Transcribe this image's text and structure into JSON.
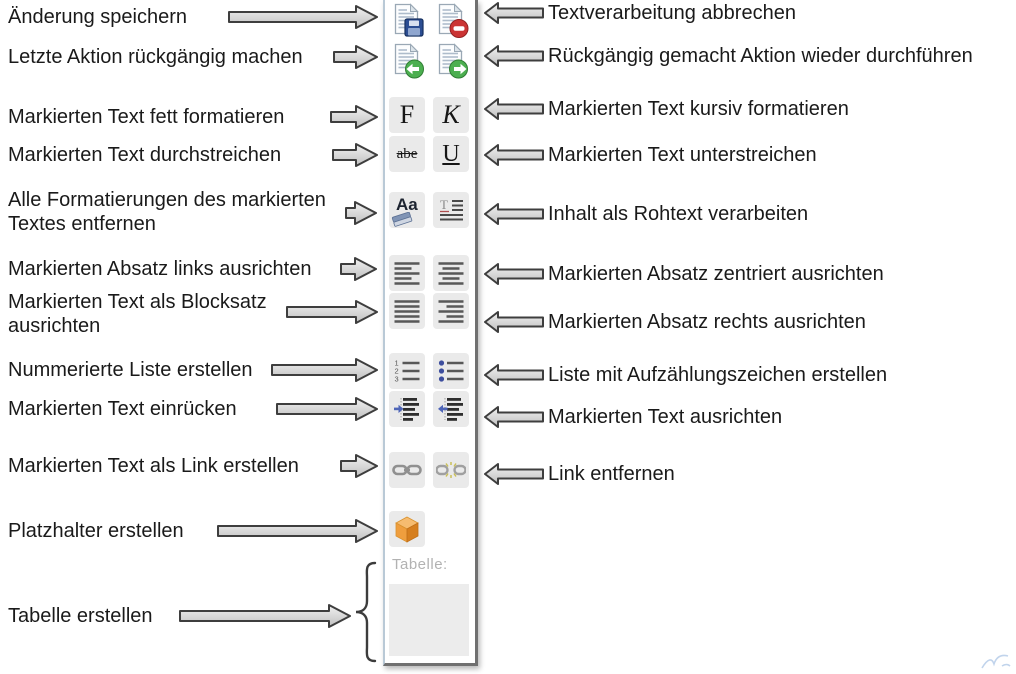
{
  "left_labels": [
    "Änderung speichern",
    "Letzte Aktion rückgängig machen",
    "Markierten Text fett formatieren",
    "Markierten Text durchstreichen",
    "Alle Formatierungen des markierten Textes entfernen",
    "Markierten Absatz links ausrichten",
    "Markierten Text als Blocksatz ausrichten",
    "Nummerierte Liste erstellen",
    "Markierten Text einrücken",
    "Markierten Text als Link erstellen",
    "Platzhalter erstellen",
    "Tabelle erstellen"
  ],
  "right_labels": [
    "Textverarbeitung abbrechen",
    "Rückgängig gemacht Aktion wieder durchführen",
    "Markierten Text kursiv formatieren",
    "Markierten Text unterstreichen",
    "Inhalt als Rohtext verarbeiten",
    "Markierten Absatz zentriert ausrichten",
    "Markierten Absatz rechts ausrichten",
    "Liste mit Aufzählungszeichen erstellen",
    "Markierten Text ausrichten",
    "Link entfernen"
  ],
  "toolbar": {
    "table_label": "Tabelle:",
    "glyphs": {
      "bold": "F",
      "italic": "K",
      "strike": "abe",
      "underline": "U",
      "clear": "Aa",
      "raw": "T"
    },
    "digits": [
      "1",
      "2",
      "3"
    ],
    "icons": [
      "save-icon",
      "cancel-icon",
      "undo-icon",
      "redo-icon",
      "bold-icon",
      "italic-icon",
      "strikethrough-icon",
      "underline-icon",
      "clear-formatting-icon",
      "raw-text-icon",
      "align-left-icon",
      "align-center-icon",
      "justify-icon",
      "align-right-icon",
      "numbered-list-icon",
      "bullet-list-icon",
      "indent-icon",
      "outdent-icon",
      "link-icon",
      "unlink-icon",
      "placeholder-cube-icon"
    ]
  },
  "colors": {
    "save_blue": "#2b4d92",
    "cancel_red": "#cb3434",
    "undo_green": "#4caf50",
    "cube_orange": "#ef9e3e",
    "bullet_blue": "#3d4e9e",
    "link_grey": "#909090",
    "arrow_fill": "#d9d9d9",
    "arrow_stroke": "#3e3e3e"
  }
}
